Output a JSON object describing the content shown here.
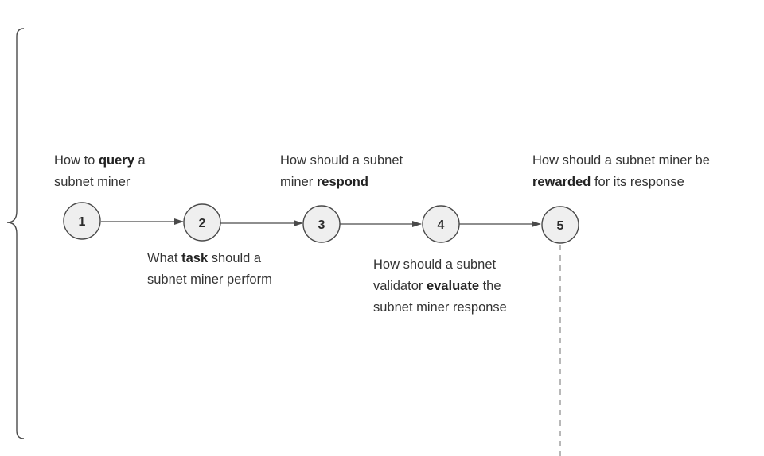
{
  "nodes": [
    {
      "id": "1"
    },
    {
      "id": "2"
    },
    {
      "id": "3"
    },
    {
      "id": "4"
    },
    {
      "id": "5"
    }
  ],
  "captions": {
    "c1": {
      "before": "How to ",
      "bold": "query",
      "after": " a subnet miner"
    },
    "c2": {
      "before": "What ",
      "bold": "task",
      "after": " should a subnet miner perform"
    },
    "c3": {
      "before": "How should a subnet miner ",
      "bold": "respond",
      "after": ""
    },
    "c4": {
      "before": "How should a subnet validator ",
      "bold": "evaluate",
      "after": " the subnet miner response"
    },
    "c5": {
      "before": "How should a subnet miner be ",
      "bold": "rewarded",
      "after": " for its response"
    }
  },
  "colors": {
    "stroke": "#4a4a4a",
    "node_fill": "#efefef",
    "dashed": "#9a9a9a"
  }
}
